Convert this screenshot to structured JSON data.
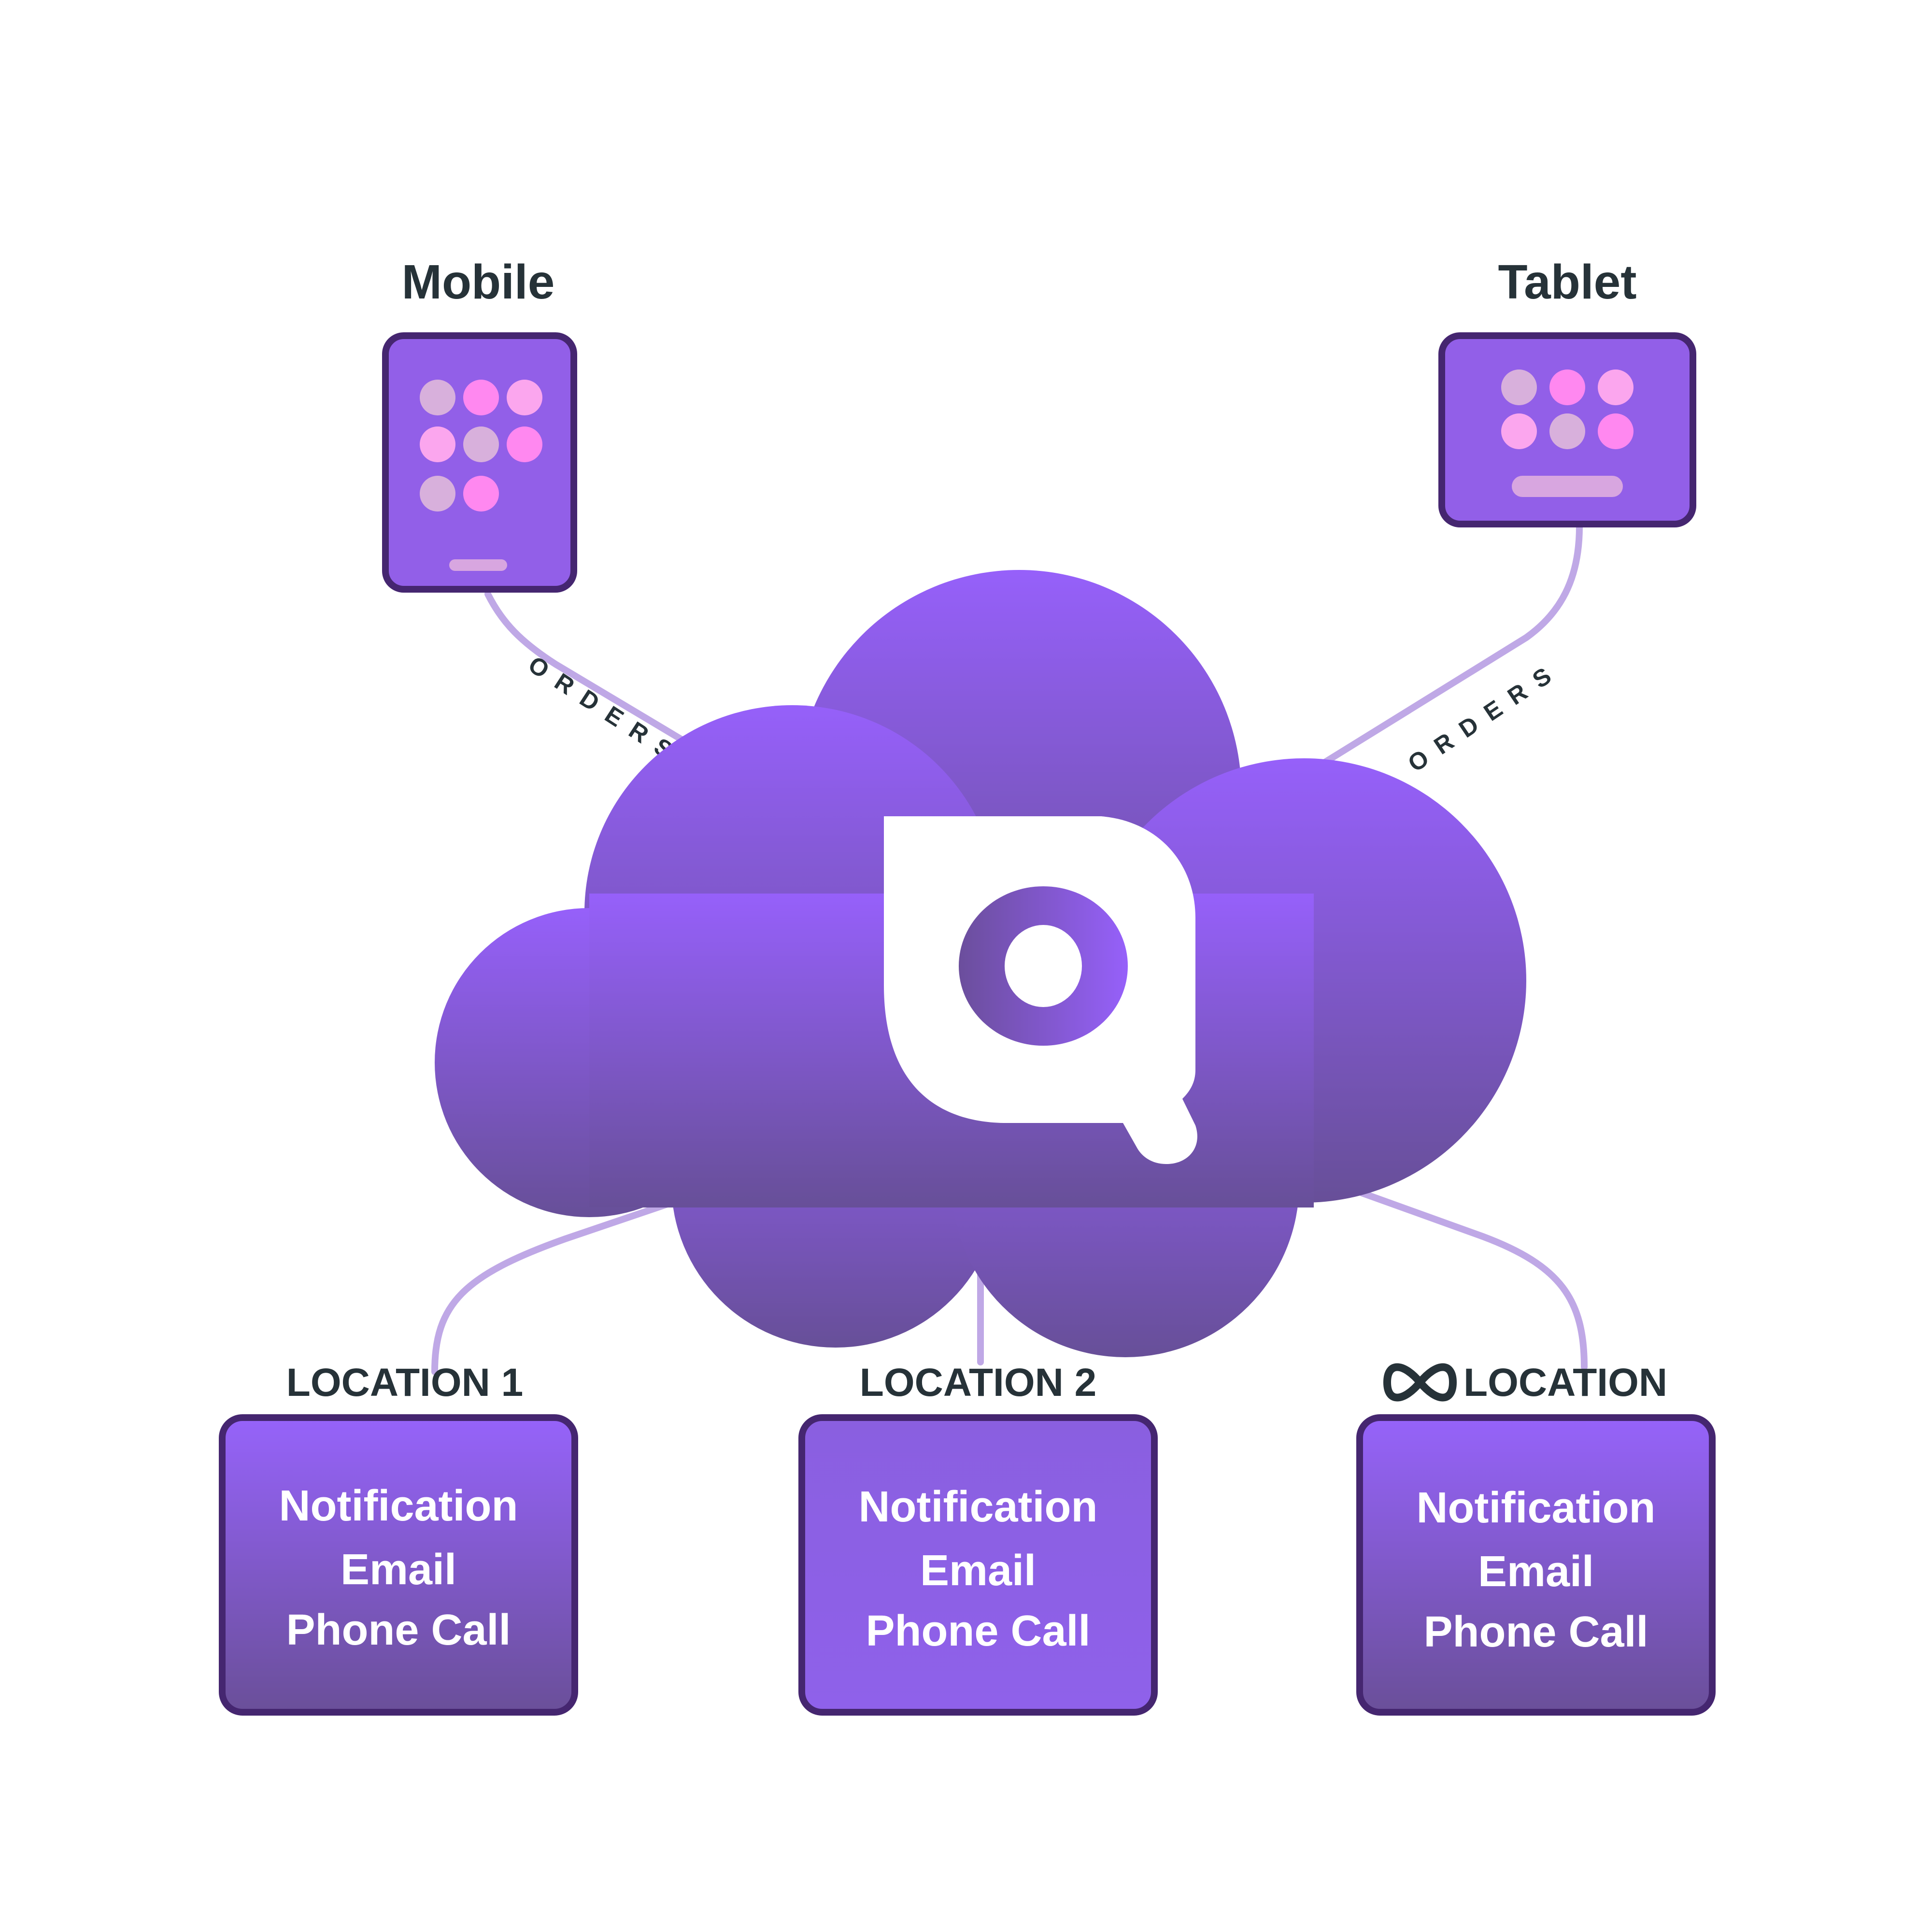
{
  "devices": {
    "mobile": {
      "label": "Mobile"
    },
    "tablet": {
      "label": "Tablet"
    }
  },
  "connectors": {
    "left_label": "ORDERS",
    "right_label": "ORDERS"
  },
  "locations": [
    {
      "title": "LOCATION 1",
      "lines": [
        "Notification",
        "Email",
        "Phone Call"
      ]
    },
    {
      "title": "LOCATION 2",
      "lines": [
        "Notification",
        "Email",
        "Phone Call"
      ]
    },
    {
      "title": "LOCATION",
      "icon": "infinity-icon",
      "lines": [
        "Notification",
        "Email",
        "Phone Call"
      ]
    }
  ],
  "colors": {
    "cloud_top": "#9660FA",
    "cloud_bottom": "#674F98",
    "box_border": "#452670",
    "text_dark": "#263238",
    "connector": "#BFA8E6",
    "dot_mauve": "#D8B0DC",
    "dot_pink": "#FF88F0",
    "dot_light_pink": "#FBA6EE"
  }
}
